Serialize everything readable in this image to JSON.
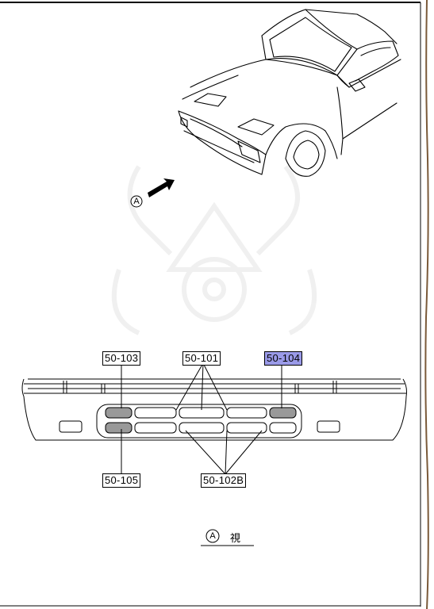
{
  "view_marker": {
    "letter": "A"
  },
  "callouts": {
    "top_left": "50-103",
    "top_center": "50-101",
    "top_right": "50-104",
    "bottom_left": "50-105",
    "bottom_center": "50-102B"
  },
  "caption": {
    "letter": "A",
    "text": "視"
  },
  "colors": {
    "highlight": "#9a9ae8",
    "ink": "#000000"
  }
}
